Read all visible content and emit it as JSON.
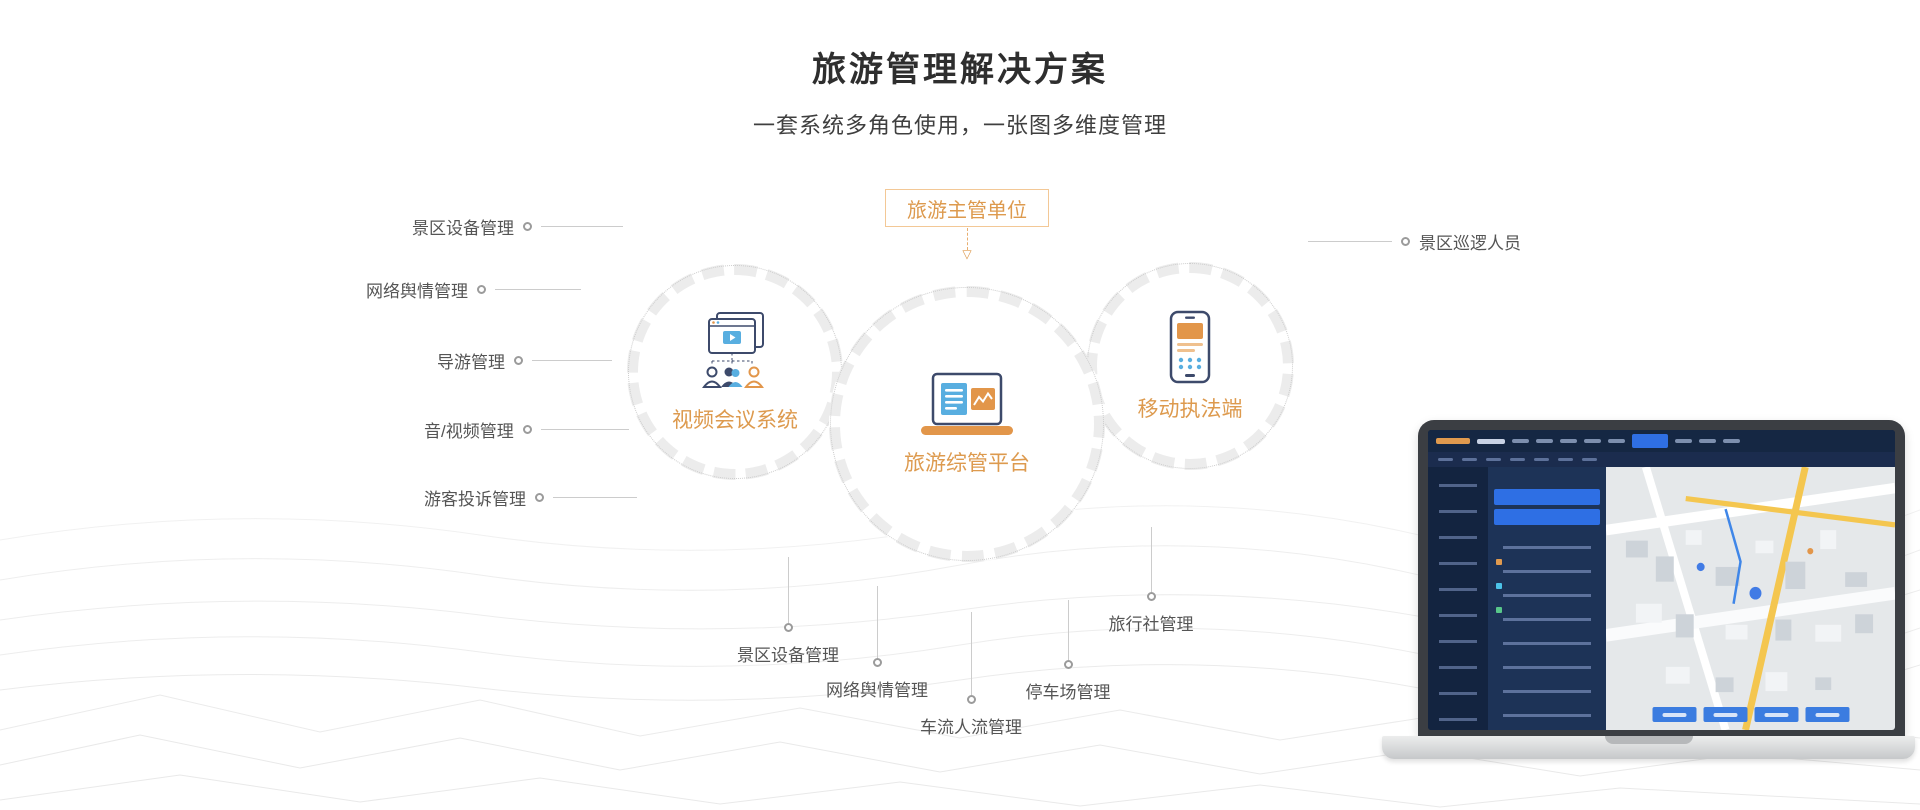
{
  "header": {
    "title": "旅游管理解决方案",
    "subtitle": "一套系统多角色使用，一张图多维度管理"
  },
  "diagram": {
    "authority": "旅游主管单位",
    "arrow_glyph": "▽",
    "nodes": {
      "video_conference": "视频会议系统",
      "platform": "旅游综管平台",
      "mobile_enforcement": "移动执法端"
    },
    "left_labels": [
      "景区设备管理",
      "网络舆情管理",
      "导游管理",
      "音/视频管理",
      "游客投诉管理"
    ],
    "right_labels": [
      "景区巡逻人员"
    ],
    "bottom_labels": [
      "景区设备管理",
      "网络舆情管理",
      "车流人流管理",
      "停车场管理",
      "旅行社管理"
    ]
  },
  "colors": {
    "accent_orange": "#DD9A4E",
    "icon_navy": "#3D4A6B",
    "icon_blue": "#58AEE0",
    "label_gray": "#555555",
    "line_gray": "#CCCCCC",
    "dashboard_navy": "#152743",
    "dashboard_highlight_blue": "#2F6FE4"
  }
}
